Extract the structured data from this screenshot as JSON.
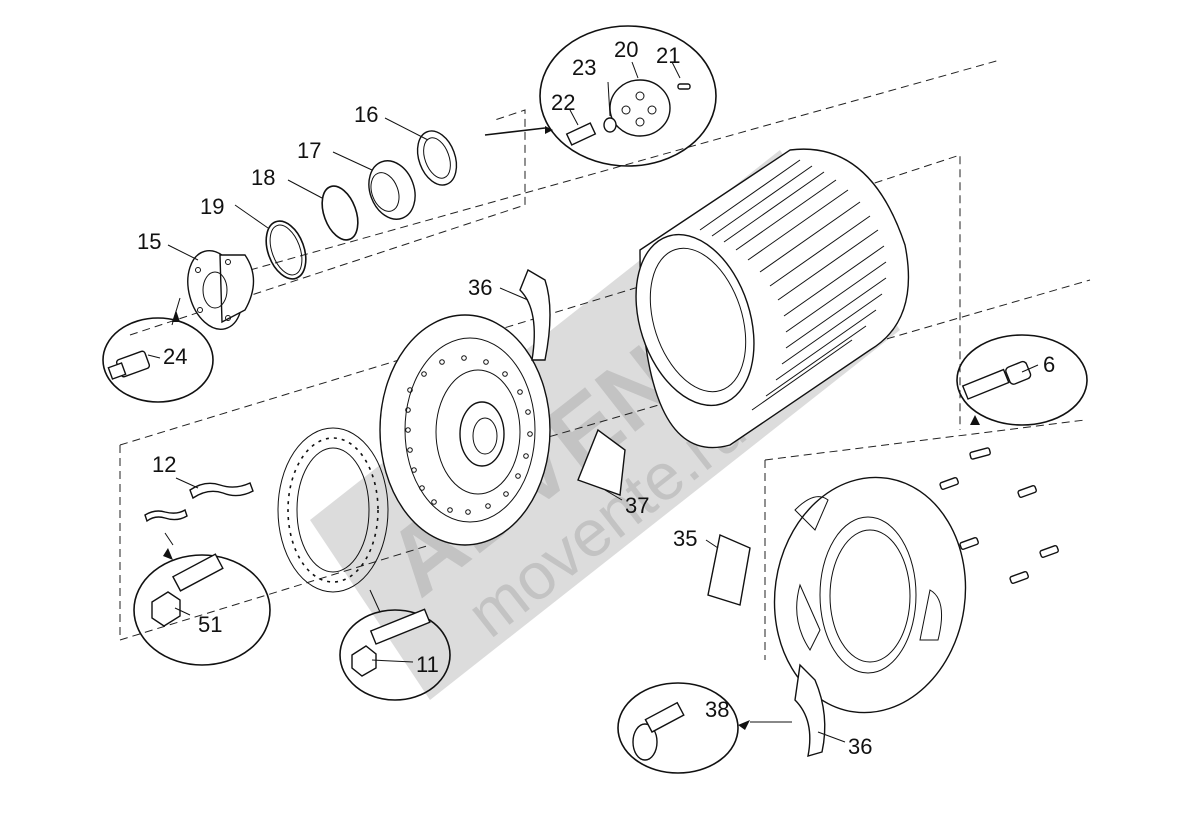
{
  "watermark": {
    "brand": "ADVEN",
    "site": "movente.ru"
  },
  "callouts": {
    "c6": "6",
    "c11": "11",
    "c12": "12",
    "c15": "15",
    "c16": "16",
    "c17": "17",
    "c18": "18",
    "c19": "19",
    "c20": "20",
    "c21": "21",
    "c22": "22",
    "c23": "23",
    "c24": "24",
    "c35": "35",
    "c36a": "36",
    "c36b": "36",
    "c37": "37",
    "c38": "38",
    "c51": "51"
  },
  "colors": {
    "line": "#111111",
    "watermark": "#9a9a9a",
    "background": "#ffffff"
  }
}
